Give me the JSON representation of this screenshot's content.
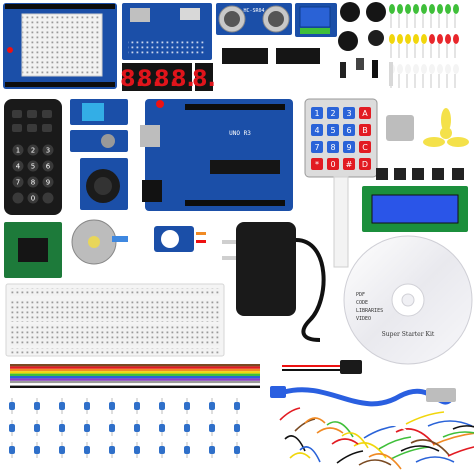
{
  "boards": {
    "sensor_label": "HC-SR04",
    "uno_label": "UNO R3"
  },
  "seven_segment": {
    "digits": [
      "8.",
      "8.",
      "8.",
      "8."
    ],
    "single": "8."
  },
  "remote": {
    "top_keys": [
      "",
      "",
      ""
    ],
    "number_keys": [
      "1",
      "2",
      "3",
      "4",
      "5",
      "6",
      "7",
      "8",
      "9",
      "",
      "0",
      ""
    ]
  },
  "keypad": {
    "keys": [
      "1",
      "2",
      "3",
      "A",
      "4",
      "5",
      "6",
      "B",
      "7",
      "8",
      "9",
      "C",
      "*",
      "0",
      "#",
      "D"
    ]
  },
  "cd": {
    "lines": [
      "PDF",
      "CODE",
      "LIBRARIES",
      "VIDEO"
    ],
    "title": "Super Starter Kit"
  },
  "colors": {
    "board_blue": "#1b4fa8",
    "pcb_green": "#1d7a3a",
    "segment_red": "#e0141b",
    "led_red": "#e8262b",
    "led_yellow": "#f1d60c",
    "led_green": "#3fbf3a"
  }
}
